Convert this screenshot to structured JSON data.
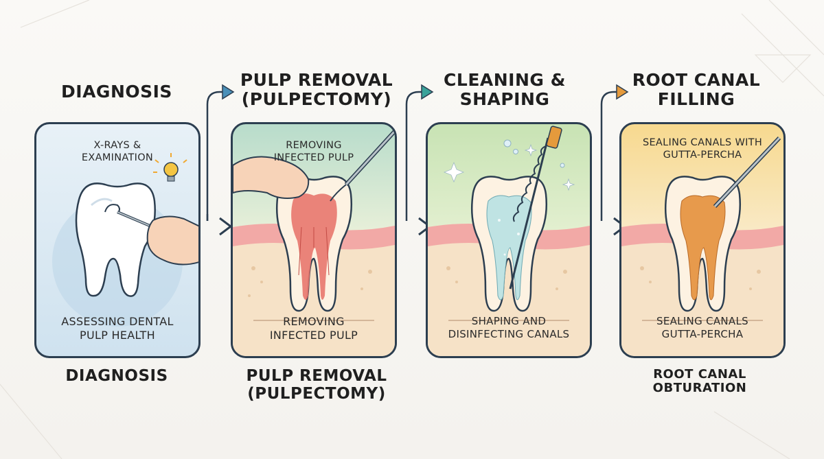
{
  "steps": [
    {
      "title": "DIAGNOSIS",
      "caption_top": "X-RAYS & EXAMINATION",
      "caption_bottom": "ASSESSING DENTAL PULP HEALTH",
      "label_bottom": "DIAGNOSIS"
    },
    {
      "title": "PULP REMOVAL (PULPECTOMY)",
      "caption_top": "REMOVING INFECTED PULP",
      "caption_bottom": "REMOVING INFECTED PULP",
      "label_bottom": "PULP REMOVAL (PULPECTOMY)"
    },
    {
      "title": "CLEANING & SHAPING",
      "caption_top": "",
      "caption_bottom": "SHAPING AND DISINFECTING CANALS",
      "label_bottom": ""
    },
    {
      "title": "ROOT CANAL FILLING",
      "caption_top": "SEALING CANALS WITH GUTTA-PERCHA",
      "caption_bottom": "SEALING CANALS GUTTA-PERCHA",
      "label_bottom": "ROOT CANAL OBTURATION"
    }
  ],
  "colors": {
    "outline": "#2c3e50",
    "arrow_blue": "#4a90b8",
    "arrow_teal": "#3aa39a",
    "arrow_orange": "#e59a3c",
    "panel1_bg": "#dbe9f3",
    "panel2_bg": "#cfe6d6",
    "panel3_bg": "#d9ecc5",
    "panel4_bg": "#f6dfa6",
    "gum": "#f2a9a6",
    "pulp_infected": "#e8776e",
    "filling": "#e79a4c"
  }
}
